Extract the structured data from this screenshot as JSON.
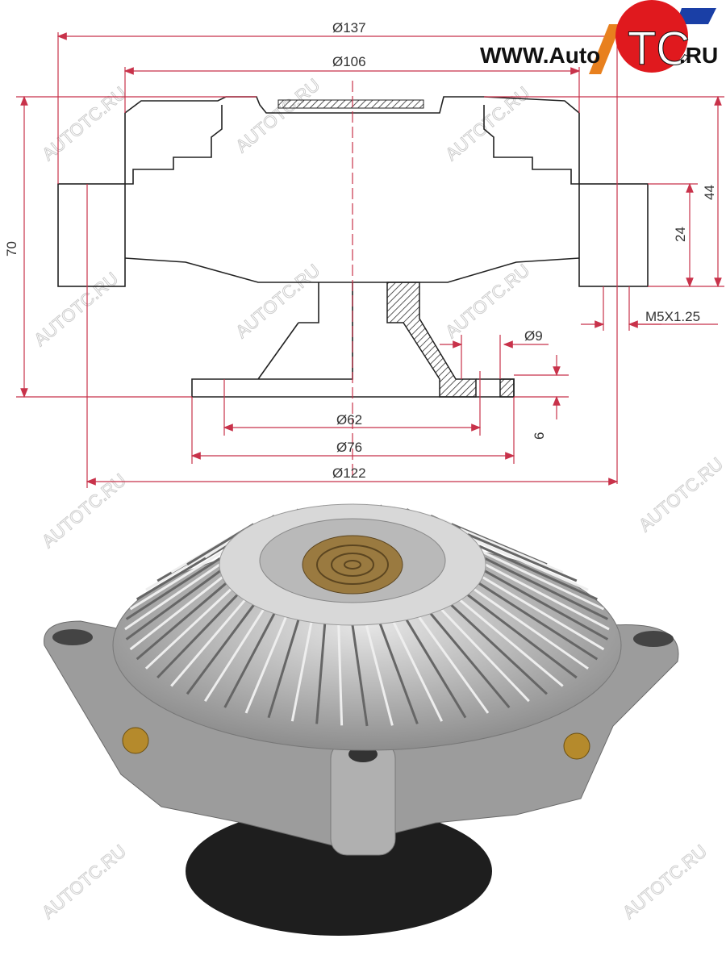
{
  "logo": {
    "text_prefix": "WWW.Auto",
    "text_brand": "TC",
    "text_suffix": ".RU",
    "red": "#e0191e",
    "blue": "#1a3fa6",
    "orange": "#e8801e"
  },
  "watermark": "AUTOTC.RU",
  "dimensions": {
    "outer_diameter": "Ø137",
    "inner_diameter": "Ø106",
    "total_height": "70",
    "body_height": "44",
    "flange_height": "24",
    "thread": "M5X1.25",
    "hole_diameter": "Ø9",
    "pilot_diameter": "Ø62",
    "bolt_circle": "Ø76",
    "bolt_span": "Ø122",
    "plate_thickness": "6"
  },
  "colors": {
    "dimension_line": "#c8324a",
    "outline": "#222222"
  }
}
